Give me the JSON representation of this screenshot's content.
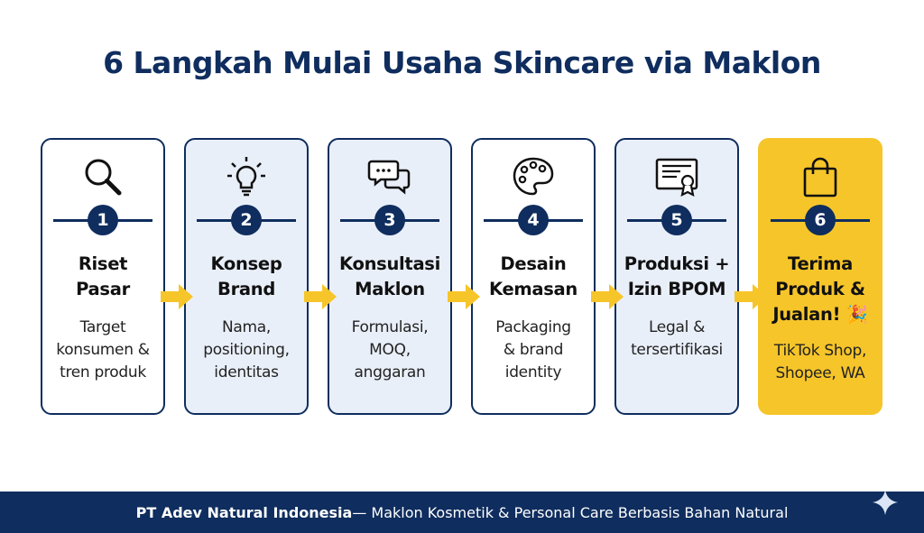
{
  "title": "6 Langkah Mulai Usaha Skincare via Maklon",
  "steps": [
    {
      "number": "1",
      "heading": "Riset\nPasar",
      "desc": "Target\nkonsumen &\ntren produk",
      "icon": "magnifier-icon"
    },
    {
      "number": "2",
      "heading": "Konsep\nBrand",
      "desc": "Nama,\npositioning,\nidentitas",
      "icon": "lightbulb-icon"
    },
    {
      "number": "3",
      "heading": "Konsultasi\nMaklon",
      "desc": "Formulasi,\nMOQ,\nanggaran",
      "icon": "chat-icon"
    },
    {
      "number": "4",
      "heading": "Desain\nKemasan",
      "desc": "Packaging\n& brand\nidentity",
      "icon": "palette-icon"
    },
    {
      "number": "5",
      "heading": "Produksi +\nIzin BPOM",
      "desc": "Legal &\ntersertifikasi",
      "icon": "certificate-icon"
    },
    {
      "number": "6",
      "heading": "Terima\nProduk &\nJualan! 🎉",
      "desc": "TikTok Shop,\nShopee, WA",
      "icon": "shopping-bag-icon"
    }
  ],
  "footer": {
    "company": "PT Adev Natural Indonesia",
    "tagline": " — Maklon Kosmetik & Personal Care Berbasis Bahan Natural"
  },
  "colors": {
    "navy": "#0f2d5e",
    "tint": "#e9eff9",
    "gold": "#f6c52a",
    "arrow": "#f6c52a"
  }
}
